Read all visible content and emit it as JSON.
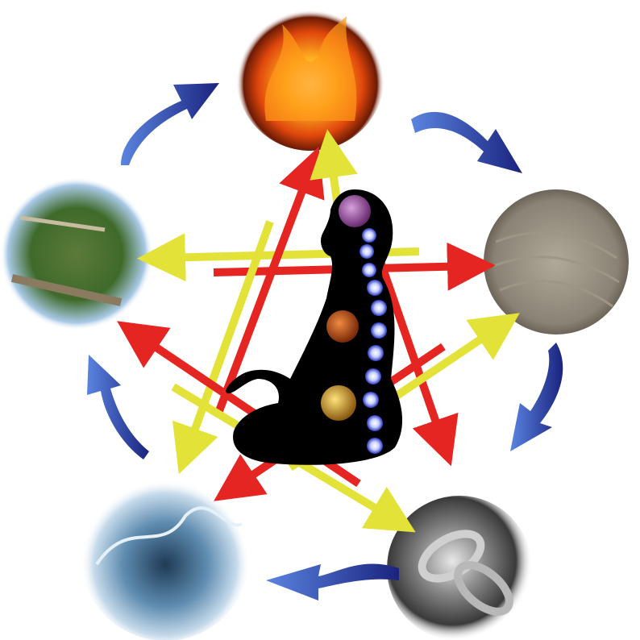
{
  "colors": {
    "background": "#ffffff",
    "cycle_arrow": "#1f2f8f",
    "cycle_arrow_light": "#4a6fd0",
    "control_arrow": "#e52521",
    "yellow_arrow": "#e3e238",
    "silhouette": "#000000",
    "chakra_crown": "#9b4fa0",
    "chakra_star": "#3b4bd0",
    "chakra_mars": "#c0541c",
    "chakra_sun": "#d4a52a"
  },
  "elements": [
    {
      "id": "fire",
      "icon": "fire-image"
    },
    {
      "id": "earth",
      "icon": "sand-image"
    },
    {
      "id": "metal",
      "icon": "chain-image"
    },
    {
      "id": "water",
      "icon": "water-splash-image"
    },
    {
      "id": "wood",
      "icon": "forest-image"
    }
  ]
}
